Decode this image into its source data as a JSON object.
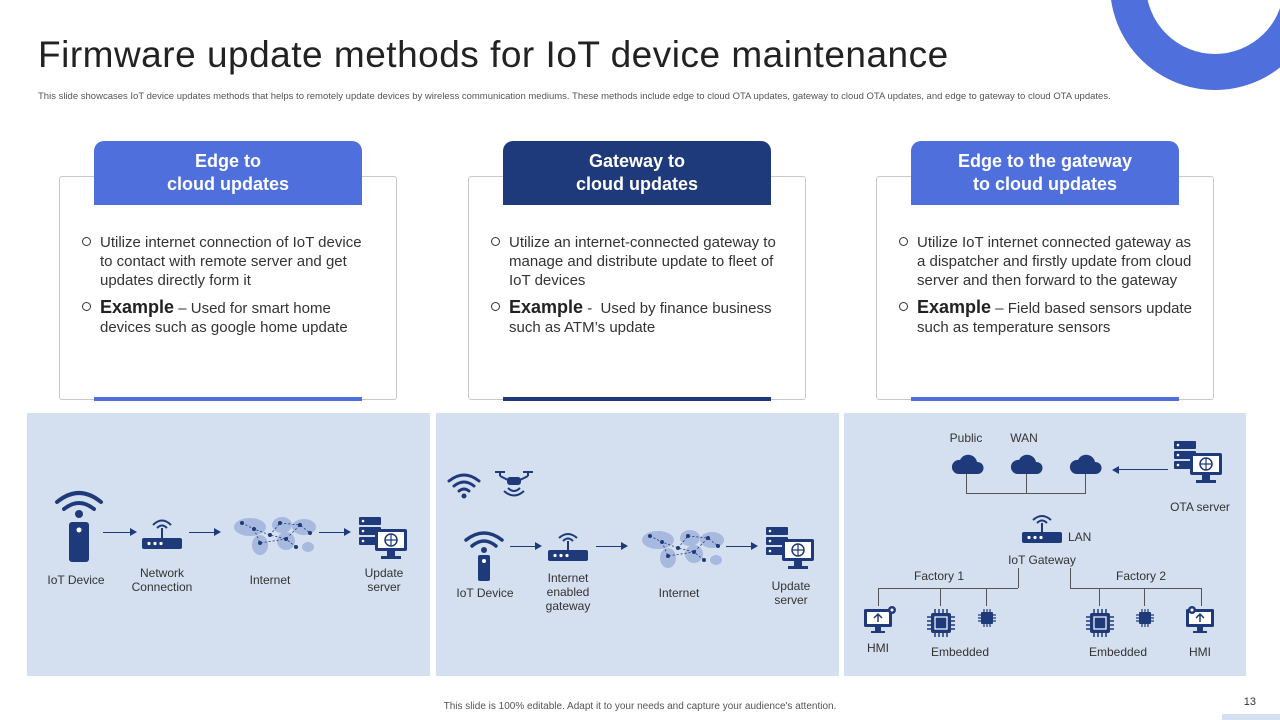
{
  "slide": {
    "title": "Firmware update methods for IoT device maintenance",
    "subtitle": "This slide showcases IoT device updates methods that helps to remotely update devices by wireless communication mediums. These methods include edge to cloud OTA updates, gateway to cloud OTA updates, and edge to gateway to cloud OTA updates.",
    "footer": "This slide is 100% editable. Adapt it to your needs and capture your audience's attention.",
    "page_number": "13"
  },
  "colors": {
    "blue_light": "#4f6fdc",
    "blue_dark": "#1f3a7a",
    "panel_bg": "#d4dfef"
  },
  "cards": [
    {
      "title_line1": "Edge to",
      "title_line2": "cloud updates",
      "bullet": "Utilize internet connection of IoT device to contact with remote server and get updates directly form it",
      "example_label": "Example",
      "example_sep": " – ",
      "example_text": "Used for smart home devices such  as google home update"
    },
    {
      "title_line1": "Gateway to",
      "title_line2": "cloud updates",
      "bullet": "Utilize an internet-connected  gateway to manage and distribute update to fleet of IoT  devices",
      "example_label": "Example",
      "example_sep": " -  ",
      "example_text": "Used by finance business such as ATM’s update"
    },
    {
      "title_line1": "Edge to the gateway",
      "title_line2": "to cloud updates",
      "bullet": "Utilize IoT internet connected gateway as a dispatcher and firstly update from cloud server and then forward to the gateway",
      "example_label": "Example",
      "example_sep": " – ",
      "example_text": "Field based sensors update such as temperature sensors"
    }
  ],
  "diagram1": {
    "iot_device": "IoT Device",
    "network_line1": "Network",
    "network_line2": "Connection",
    "internet": "Internet",
    "update_line1": "Update",
    "update_line2": "server"
  },
  "diagram2": {
    "iot_device": "IoT Device",
    "gw_line1": "Internet",
    "gw_line2": "enabled",
    "gw_line3": "gateway",
    "internet": "Internet",
    "update_line1": "Update",
    "update_line2": "server"
  },
  "diagram3": {
    "public": "Public",
    "wan": "WAN",
    "ota_server": "OTA server",
    "lan": "LAN",
    "iot_gateway": "IoT Gateway",
    "factory1": "Factory 1",
    "factory2": "Factory 2",
    "hmi_left": "HMI",
    "embedded_left": "Embedded",
    "embedded_right": "Embedded",
    "hmi_right": "HMI"
  }
}
